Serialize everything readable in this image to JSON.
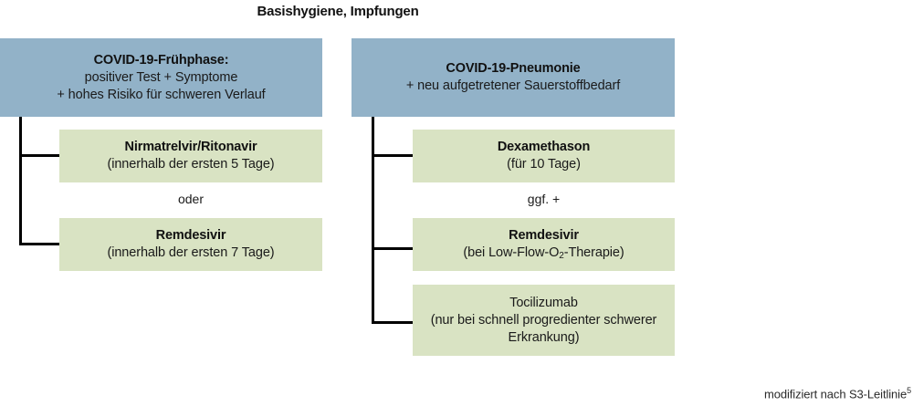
{
  "title": "Basishygiene, Impfungen",
  "colors": {
    "phase_box": "#92b2c8",
    "therapy_box": "#d9e3c3",
    "connector": "#000000",
    "text": "#111111",
    "background": "#ffffff"
  },
  "branches": {
    "early": {
      "header": {
        "title": "COVID-19-Frühphase:",
        "line2": "positiver Test + Symptome",
        "line3": "+ hohes Risiko für schweren Verlauf"
      },
      "options": [
        {
          "name": "Nirmatrelvir/Ritonavir",
          "detail": "(innerhalb der ersten 5 Tage)"
        },
        {
          "name": "Remdesivir",
          "detail": "(innerhalb der ersten 7 Tage)"
        }
      ],
      "connector_label": "oder"
    },
    "pneumonia": {
      "header": {
        "title": "COVID-19-Pneumonie",
        "line2": "+ neu aufgetretener Sauerstoffbedarf"
      },
      "options": [
        {
          "name": "Dexamethason",
          "detail": "(für 10 Tage)"
        },
        {
          "name": "Remdesivir",
          "detail_prefix": "(bei Low-Flow-O",
          "detail_sub": "2",
          "detail_suffix": "-Therapie)"
        },
        {
          "name": "Tocilizumab",
          "detail_line1": "(nur bei schnell progredienter schwerer",
          "detail_line2": "Erkrankung)"
        }
      ],
      "connector_label": "ggf. +"
    }
  },
  "footer": {
    "text": "modifiziert nach S3-Leitlinie",
    "reference": "5"
  }
}
